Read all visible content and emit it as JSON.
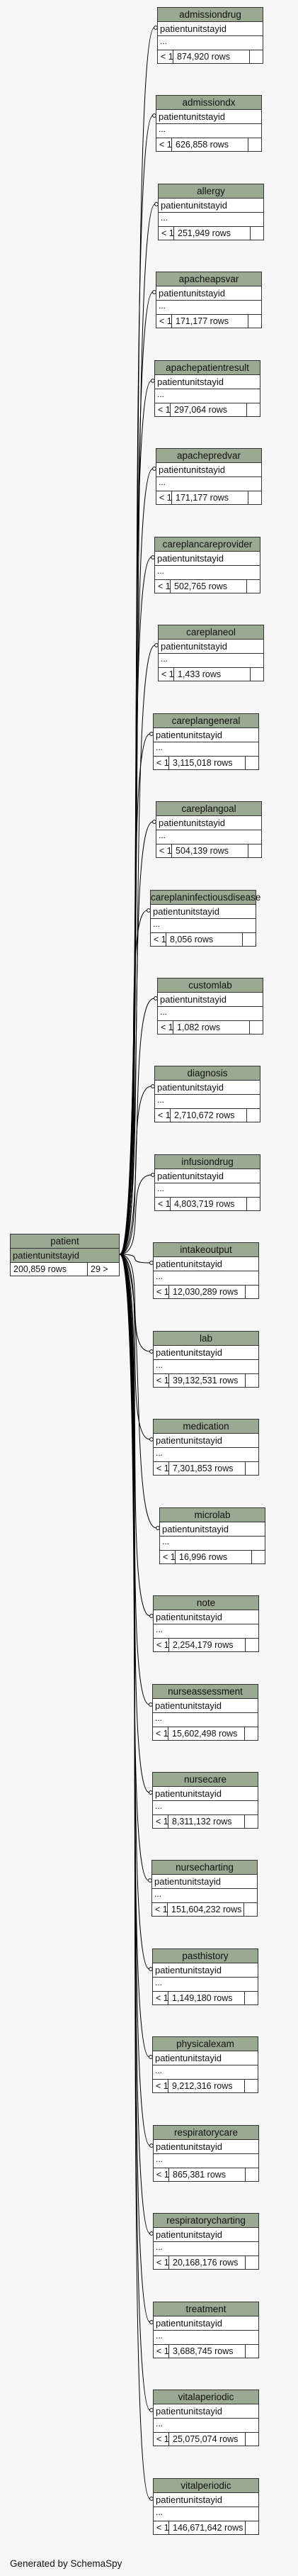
{
  "main": {
    "name": "patient",
    "column": "patientunitstayid",
    "ellipsis": "...",
    "rows": "200,859 rows",
    "children": "29 >"
  },
  "tables": [
    {
      "name": "admissiondrug",
      "column": "patientunitstayid",
      "ellipsis": "...",
      "parents": "< 1",
      "rows": "874,920 rows"
    },
    {
      "name": "admissiondx",
      "column": "patientunitstayid",
      "ellipsis": "...",
      "parents": "< 1",
      "rows": "626,858 rows"
    },
    {
      "name": "allergy",
      "column": "patientunitstayid",
      "ellipsis": "...",
      "parents": "< 1",
      "rows": "251,949 rows"
    },
    {
      "name": "apacheapsvar",
      "column": "patientunitstayid",
      "ellipsis": "...",
      "parents": "< 1",
      "rows": "171,177 rows"
    },
    {
      "name": "apachepatientresult",
      "column": "patientunitstayid",
      "ellipsis": "...",
      "parents": "< 1",
      "rows": "297,064 rows"
    },
    {
      "name": "apachepredvar",
      "column": "patientunitstayid",
      "ellipsis": "...",
      "parents": "< 1",
      "rows": "171,177 rows"
    },
    {
      "name": "careplancareprovider",
      "column": "patientunitstayid",
      "ellipsis": "...",
      "parents": "< 1",
      "rows": "502,765 rows"
    },
    {
      "name": "careplaneol",
      "column": "patientunitstayid",
      "ellipsis": "...",
      "parents": "< 1",
      "rows": "1,433 rows"
    },
    {
      "name": "careplangeneral",
      "column": "patientunitstayid",
      "ellipsis": "...",
      "parents": "< 1",
      "rows": "3,115,018 rows"
    },
    {
      "name": "careplangoal",
      "column": "patientunitstayid",
      "ellipsis": "...",
      "parents": "< 1",
      "rows": "504,139 rows"
    },
    {
      "name": "careplaninfectiousdisease",
      "column": "patientunitstayid",
      "ellipsis": "...",
      "parents": "< 1",
      "rows": "8,056 rows"
    },
    {
      "name": "customlab",
      "column": "patientunitstayid",
      "ellipsis": "...",
      "parents": "< 1",
      "rows": "1,082 rows"
    },
    {
      "name": "diagnosis",
      "column": "patientunitstayid",
      "ellipsis": "...",
      "parents": "< 1",
      "rows": "2,710,672 rows"
    },
    {
      "name": "infusiondrug",
      "column": "patientunitstayid",
      "ellipsis": "...",
      "parents": "< 1",
      "rows": "4,803,719 rows"
    },
    {
      "name": "intakeoutput",
      "column": "patientunitstayid",
      "ellipsis": "...",
      "parents": "< 1",
      "rows": "12,030,289 rows"
    },
    {
      "name": "lab",
      "column": "patientunitstayid",
      "ellipsis": "...",
      "parents": "< 1",
      "rows": "39,132,531 rows"
    },
    {
      "name": "medication",
      "column": "patientunitstayid",
      "ellipsis": "...",
      "parents": "< 1",
      "rows": "7,301,853 rows"
    },
    {
      "name": "microlab",
      "column": "patientunitstayid",
      "ellipsis": "...",
      "parents": "< 1",
      "rows": "16,996 rows"
    },
    {
      "name": "note",
      "column": "patientunitstayid",
      "ellipsis": "...",
      "parents": "< 1",
      "rows": "2,254,179 rows"
    },
    {
      "name": "nurseassessment",
      "column": "patientunitstayid",
      "ellipsis": "...",
      "parents": "< 1",
      "rows": "15,602,498 rows"
    },
    {
      "name": "nursecare",
      "column": "patientunitstayid",
      "ellipsis": "...",
      "parents": "< 1",
      "rows": "8,311,132 rows"
    },
    {
      "name": "nursecharting",
      "column": "patientunitstayid",
      "ellipsis": "...",
      "parents": "< 1",
      "rows": "151,604,232 rows"
    },
    {
      "name": "pasthistory",
      "column": "patientunitstayid",
      "ellipsis": "...",
      "parents": "< 1",
      "rows": "1,149,180 rows"
    },
    {
      "name": "physicalexam",
      "column": "patientunitstayid",
      "ellipsis": "...",
      "parents": "< 1",
      "rows": "9,212,316 rows"
    },
    {
      "name": "respiratorycare",
      "column": "patientunitstayid",
      "ellipsis": "...",
      "parents": "< 1",
      "rows": "865,381 rows"
    },
    {
      "name": "respiratorycharting",
      "column": "patientunitstayid",
      "ellipsis": "...",
      "parents": "< 1",
      "rows": "20,168,176 rows"
    },
    {
      "name": "treatment",
      "column": "patientunitstayid",
      "ellipsis": "...",
      "parents": "< 1",
      "rows": "3,688,745 rows"
    },
    {
      "name": "vitalaperiodic",
      "column": "patientunitstayid",
      "ellipsis": "...",
      "parents": "< 1",
      "rows": "25,075,074 rows"
    },
    {
      "name": "vitalperiodic",
      "column": "patientunitstayid",
      "ellipsis": "...",
      "parents": "< 1",
      "rows": "146,671,642 rows"
    }
  ],
  "footer": "Generated by SchemaSpy",
  "colors": {
    "header": "#9aaa92",
    "background": "#f7f7f7",
    "edge": "#000000"
  }
}
